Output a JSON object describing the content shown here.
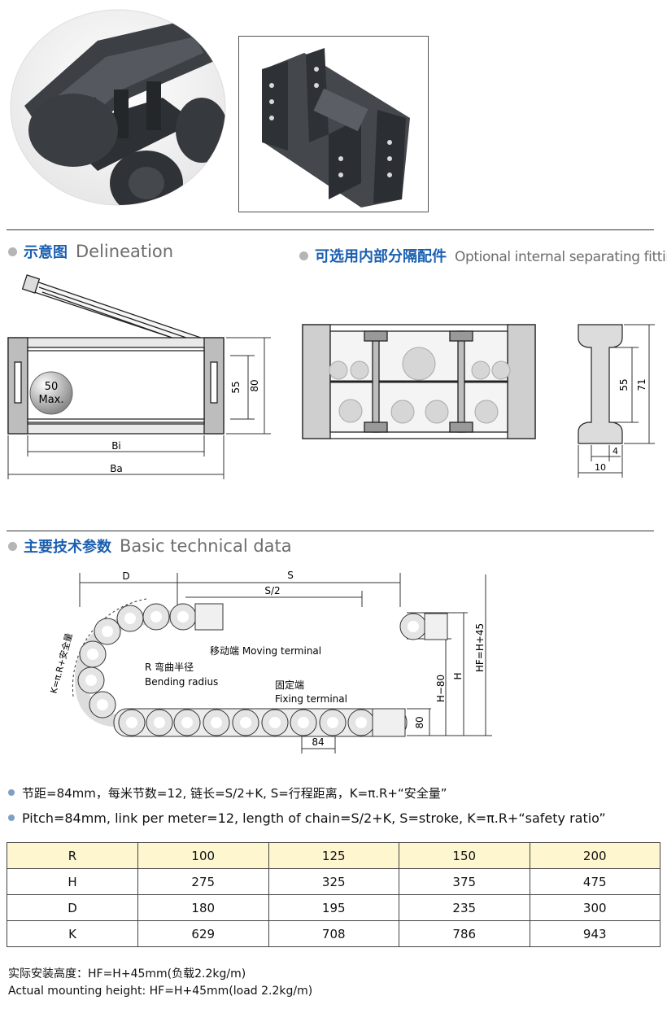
{
  "sections": {
    "delineation": {
      "cn": "示意图",
      "en": "Delineation"
    },
    "separators": {
      "cn": "可选用内部分隔配件",
      "en": "Optional internal separating fittings"
    },
    "technical": {
      "cn": "主要技术参数",
      "en": "Basic technical data"
    }
  },
  "delineation_diagram": {
    "max_label_1": "50",
    "max_label_2": "Max.",
    "dim_inner_height": "55",
    "dim_outer_height": "80",
    "dim_bi": "Bi",
    "dim_ba": "Ba"
  },
  "separator_diagram": {
    "dim_inner": "55",
    "dim_outer": "71",
    "dim_web": "4",
    "dim_width": "10"
  },
  "chain_diagram": {
    "dim_d": "D",
    "dim_s": "S",
    "dim_s_half": "S/2",
    "k_formula": "K=π.R+安全量",
    "moving_terminal": "移动端 Moving terminal",
    "bending_radius_cn": "R 弯曲半径",
    "bending_radius_en": "Bending radius",
    "fixing_terminal_cn": "固定端",
    "fixing_terminal_en": "Fixing terminal",
    "dim_h_minus": "H−80",
    "dim_h": "H",
    "dim_hf": "HF=H+45",
    "dim_80": "80",
    "dim_pitch": "84"
  },
  "notes": {
    "cn": "节距=84mm，每米节数=12, 链长=S/2+K, S=行程距离，K=π.R+“安全量”",
    "en": "Pitch=84mm, link per meter=12, length of chain=S/2+K, S=stroke, K=π.R+“safety ratio”"
  },
  "spec_table": {
    "rows": [
      [
        "R",
        "100",
        "125",
        "150",
        "200"
      ],
      [
        "H",
        "275",
        "325",
        "375",
        "475"
      ],
      [
        "D",
        "180",
        "195",
        "235",
        "300"
      ],
      [
        "K",
        "629",
        "708",
        "786",
        "943"
      ]
    ]
  },
  "footer": {
    "cn": "实际安装高度：HF=H+45mm(负载2.2kg/m)",
    "en": "Actual mounting height: HF=H+45mm(load 2.2kg/m)"
  }
}
